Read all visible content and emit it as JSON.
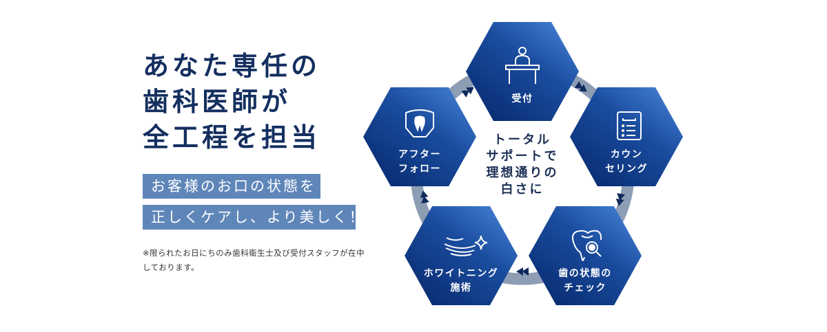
{
  "headline": {
    "lines": [
      "あなた専任の",
      "歯科医師が",
      "全工程を担当"
    ]
  },
  "tags": [
    "お客様のお口の状態を",
    "正しくケアし、より美しく！"
  ],
  "note": "※限られたお日にちのみ歯科衛生士及び受付スタッフが在中しております。",
  "cycle": {
    "center_lines": [
      "トータル",
      "サポートで",
      "理想通りの",
      "白さに"
    ],
    "steps": [
      {
        "label_lines": [
          "受付"
        ],
        "icon": "reception-desk-icon"
      },
      {
        "label_lines": [
          "カウン",
          "セリング"
        ],
        "icon": "checklist-icon"
      },
      {
        "label_lines": [
          "歯の状態の",
          "チェック"
        ],
        "icon": "tooth-magnifier-icon"
      },
      {
        "label_lines": [
          "ホワイトニング",
          "施術"
        ],
        "icon": "whitening-sparkle-icon"
      },
      {
        "label_lines": [
          "アフター",
          "フォロー"
        ],
        "icon": "tooth-shield-icon"
      }
    ]
  },
  "colors": {
    "headline": "#142f5f",
    "tag_bg": "#5f86b9",
    "hex_light": "#4a86d8",
    "hex_dark": "#0b2f78",
    "ring": "#8d9db4",
    "arrow": "#0f2a5c"
  }
}
